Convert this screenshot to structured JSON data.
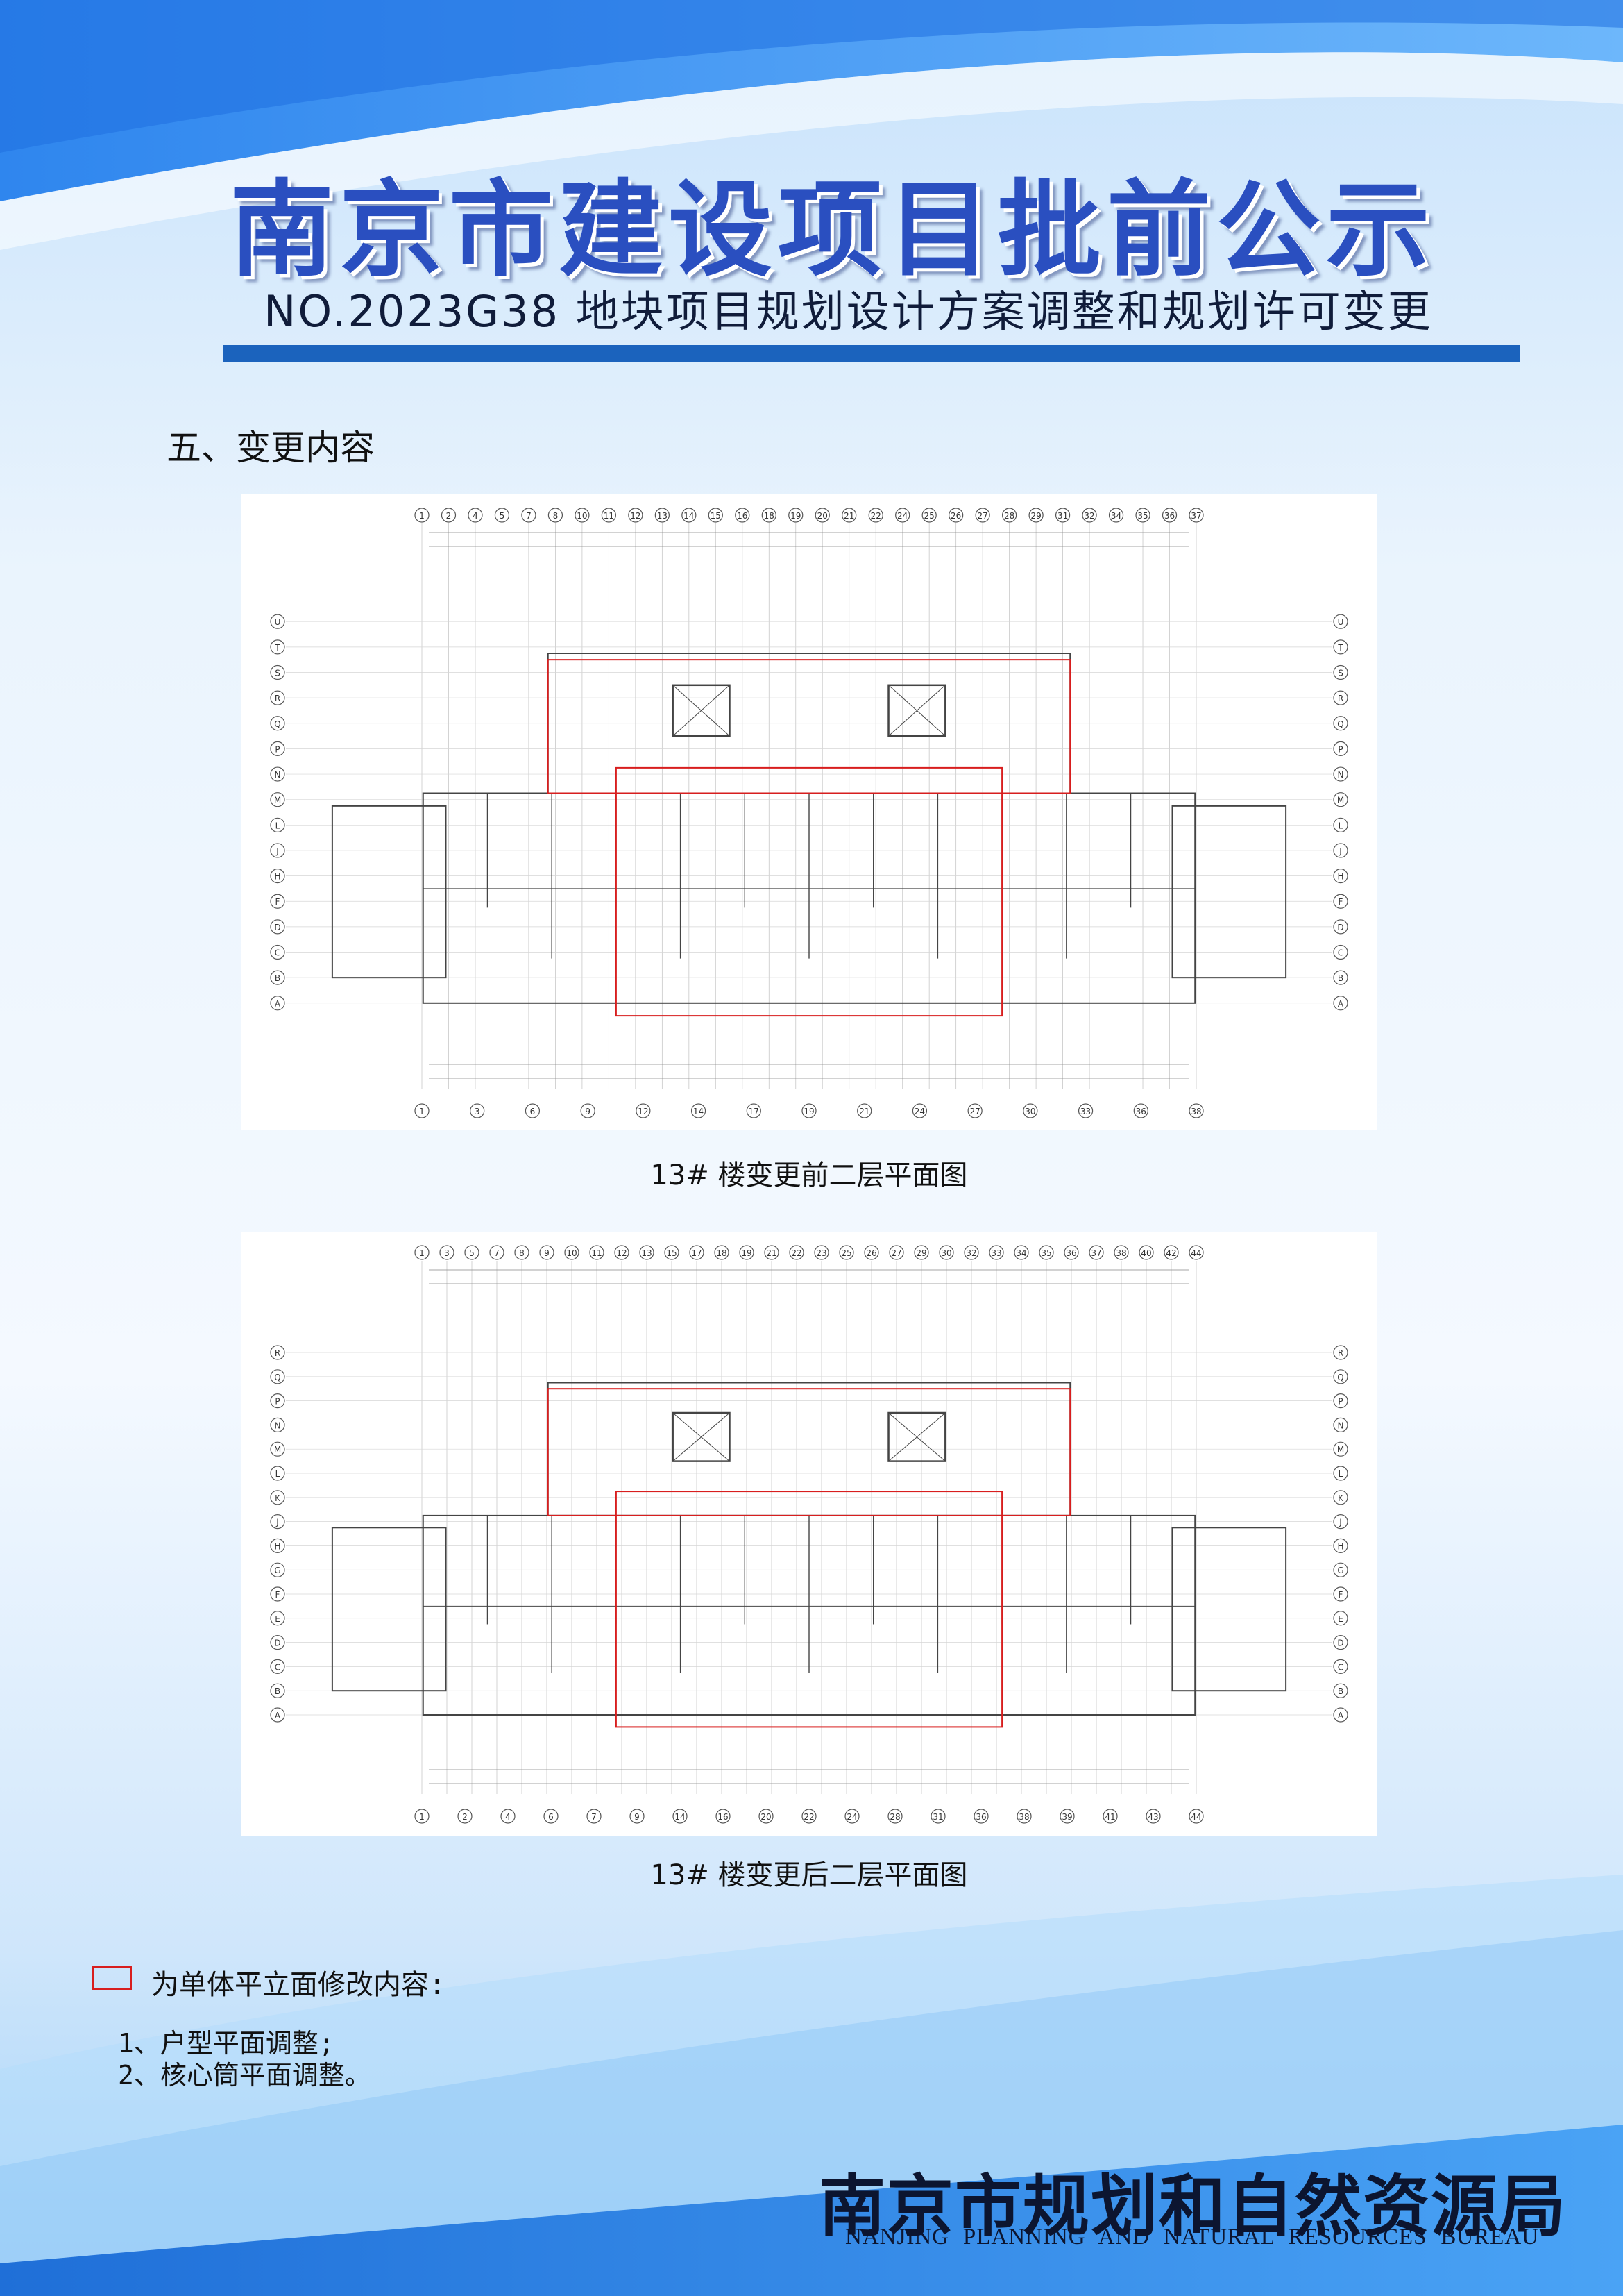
{
  "header": {
    "title": "南京市建设项目批前公示",
    "subtitle": "NO.2023G38 地块项目规划设计方案调整和规划许可变更"
  },
  "section_heading": "五、变更内容",
  "plans": [
    {
      "caption": "13# 楼变更前二层平面图",
      "top_axes": [
        "1",
        "2",
        "4",
        "5",
        "7",
        "8",
        "10",
        "11",
        "12",
        "13",
        "14",
        "15",
        "16",
        "18",
        "19",
        "20",
        "21",
        "22",
        "24",
        "25",
        "26",
        "27",
        "28",
        "29",
        "31",
        "32",
        "34",
        "35",
        "36",
        "37"
      ],
      "bottom_axes": [
        "1",
        "3",
        "6",
        "9",
        "12",
        "14",
        "17",
        "19",
        "21",
        "24",
        "27",
        "30",
        "33",
        "36",
        "38"
      ],
      "row_axes": [
        "U",
        "T",
        "S",
        "R",
        "Q",
        "P",
        "N",
        "M",
        "L",
        "J",
        "H",
        "F",
        "D",
        "C",
        "B",
        "A"
      ]
    },
    {
      "caption": "13# 楼变更后二层平面图",
      "top_axes": [
        "1",
        "3",
        "5",
        "7",
        "8",
        "9",
        "10",
        "11",
        "12",
        "13",
        "15",
        "17",
        "18",
        "19",
        "21",
        "22",
        "23",
        "25",
        "26",
        "27",
        "29",
        "30",
        "32",
        "33",
        "34",
        "35",
        "36",
        "37",
        "38",
        "40",
        "42",
        "44"
      ],
      "bottom_axes": [
        "1",
        "2",
        "4",
        "6",
        "7",
        "9",
        "14",
        "16",
        "20",
        "22",
        "24",
        "28",
        "31",
        "36",
        "38",
        "39",
        "41",
        "43",
        "44"
      ],
      "row_axes": [
        "R",
        "Q",
        "P",
        "N",
        "M",
        "L",
        "K",
        "J",
        "H",
        "G",
        "F",
        "E",
        "D",
        "C",
        "B",
        "A"
      ]
    }
  ],
  "legend": {
    "text": "为单体平立面修改内容:",
    "color": "#d81e1e",
    "items": [
      "1、户型平面调整;",
      "2、核心筒平面调整。"
    ]
  },
  "footer": {
    "agency_cn": "南京市规划和自然资源局",
    "agency_en": "NANJING PLANNING AND NATURAL RESOURCES BUREAU"
  }
}
